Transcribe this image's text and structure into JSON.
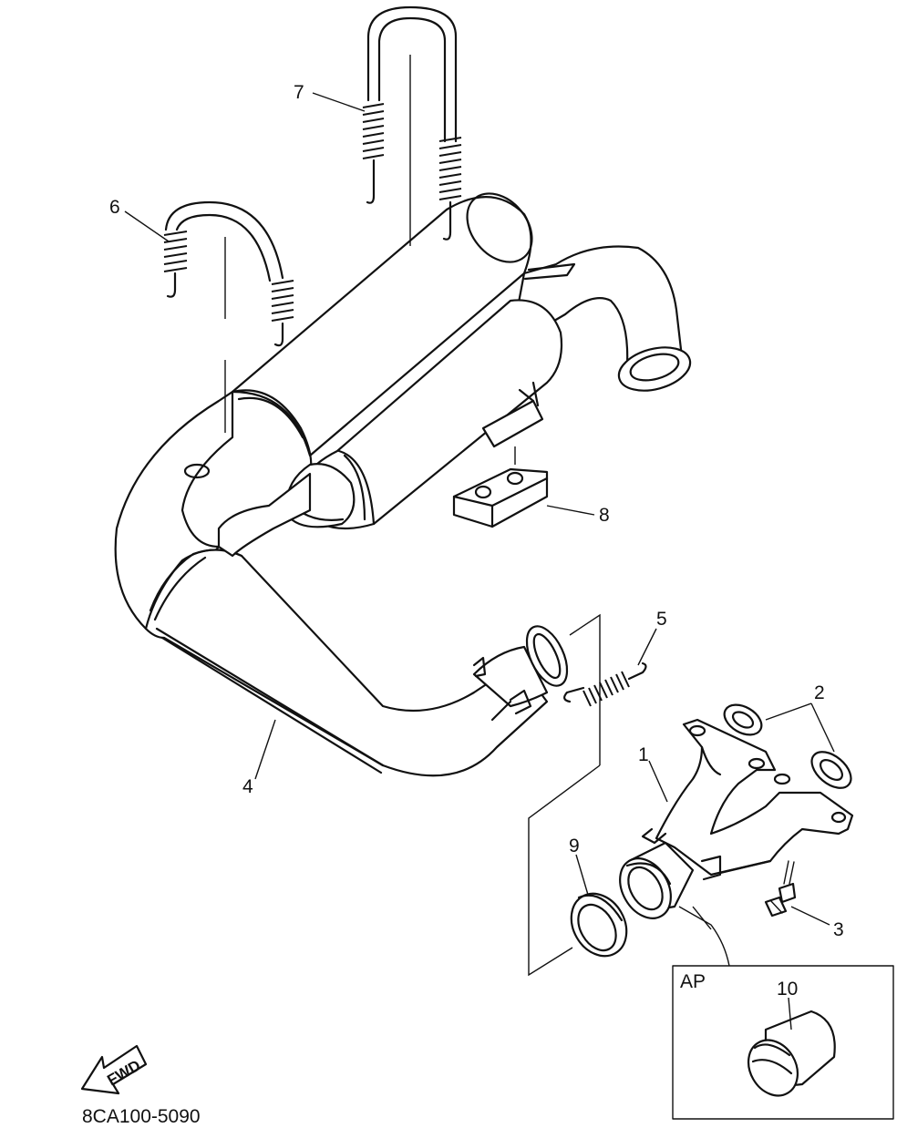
{
  "diagram": {
    "callouts": [
      {
        "id": "1",
        "label": "1"
      },
      {
        "id": "2",
        "label": "2"
      },
      {
        "id": "3",
        "label": "3"
      },
      {
        "id": "4",
        "label": "4"
      },
      {
        "id": "5",
        "label": "5"
      },
      {
        "id": "6",
        "label": "6"
      },
      {
        "id": "7",
        "label": "7"
      },
      {
        "id": "8",
        "label": "8"
      },
      {
        "id": "9",
        "label": "9"
      },
      {
        "id": "10",
        "label": "10"
      }
    ],
    "inset_label": "AP",
    "direction_label": "FWD",
    "part_code": "8CA100-5090"
  }
}
